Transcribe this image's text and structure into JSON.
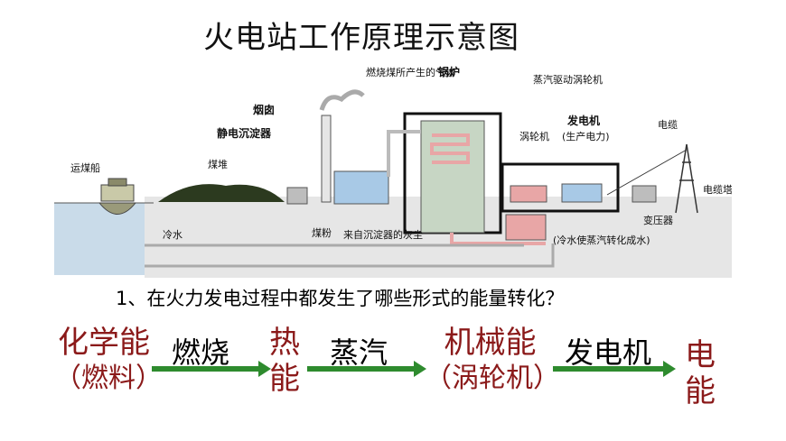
{
  "title": "火电站工作原理示意图",
  "diagram": {
    "labels": {
      "ship": "运煤船",
      "coal_pile": "煤堆",
      "precipitator": "静电沉淀器",
      "chimney": "烟囱",
      "gas": "燃烧煤所产生的气体",
      "boiler": "锅炉",
      "steam_drive": "蒸汽驱动涡轮机",
      "turbine": "涡轮机",
      "generator": "发电机",
      "generator_sub": "(生产电力)",
      "cable": "电缆",
      "tower": "电缆塔",
      "transformer": "变压器",
      "cold_water": "冷水",
      "coal_powder": "煤粉",
      "ash": "来自沉淀器的灰尘",
      "condense": "(冷水使蒸汽转化成水)"
    },
    "colors": {
      "sky": "#ffffff",
      "water": "#c9dbe9",
      "ground": "#e6e6e6",
      "pipe": "#e8a6a6",
      "boiler": "#c7d6c4",
      "coal": "#2c3a1f",
      "generator": "#a8c9e6"
    }
  },
  "question": "1、在火力发电过程中都发生了哪些形式的能量转化？",
  "flow": {
    "chem_1": "化学能",
    "chem_2": "（燃料）",
    "burn": "燃烧",
    "heat_1": "热",
    "heat_2": "能",
    "steam": "蒸汽",
    "mech_1": "机械能",
    "mech_2": "（涡轮机）",
    "gen": "发电机",
    "elec_1": "电",
    "elec_2": "能",
    "arrow_color": "#2e8b2e",
    "red_color": "#8b1a1a"
  }
}
